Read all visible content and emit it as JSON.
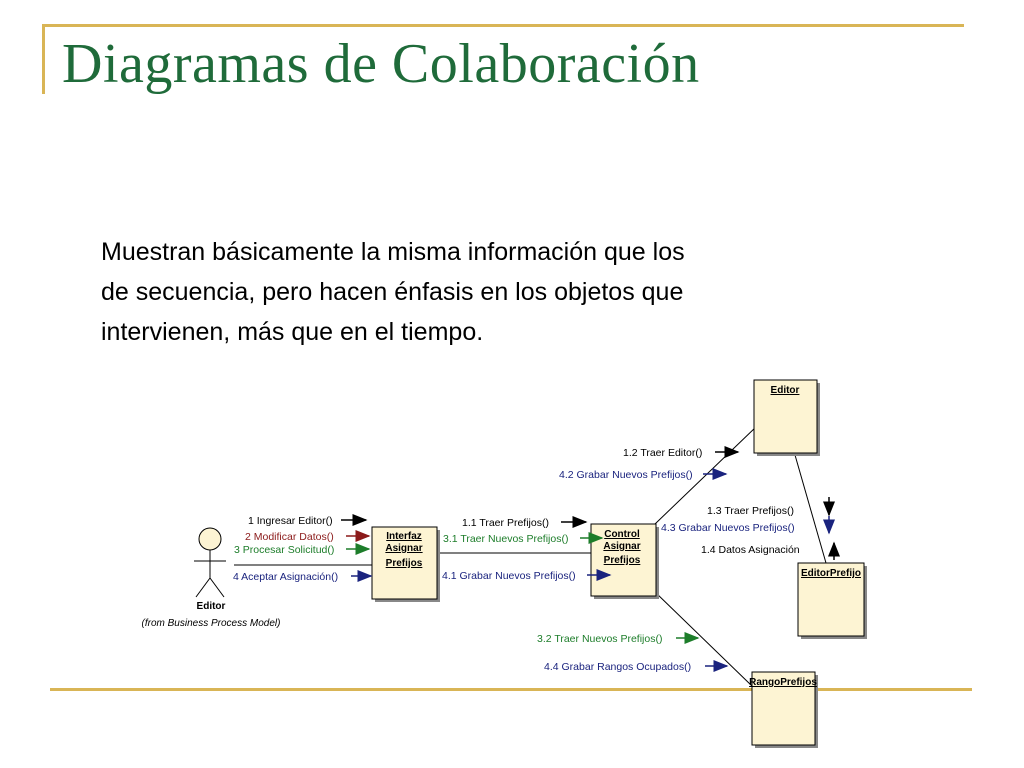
{
  "slide": {
    "title": "Diagramas de Colaboración",
    "body_lines": [
      "Muestran básicamente la misma información que los",
      "de secuencia, pero hacen énfasis en los objetos que",
      "intervienen, más que en el tiempo."
    ]
  },
  "diagram": {
    "type": "collaboration",
    "actor": {
      "name": "Editor",
      "note": "(from Business Process Model)"
    },
    "objects": {
      "interfaz": [
        "Interfaz",
        "Asignar",
        "Prefijos"
      ],
      "control": [
        "Control",
        "Asignar",
        "Prefijos"
      ],
      "editor": [
        "Editor"
      ],
      "editor_prefijo": [
        "EditorPrefijo"
      ],
      "rango_prefijos": [
        "RangoPrefijos"
      ]
    },
    "messages": {
      "m1": "1 Ingresar Editor()",
      "m2": "2 Modificar Datos()",
      "m3": "3 Procesar Solicitud()",
      "m4": "4 Aceptar Asignación()",
      "m1_1": "1.1 Traer Prefijos()",
      "m3_1": "3.1 Traer Nuevos Prefijos()",
      "m4_1": "4.1 Grabar Nuevos Prefijos()",
      "m1_2": "1.2 Traer Editor()",
      "m4_2": "4.2 Grabar Nuevos Prefijos()",
      "m1_3": "1.3 Traer Prefijos()",
      "m4_3": "4.3 Grabar Nuevos Prefijos()",
      "m1_4": "1.4 Datos Asignación",
      "m3_2": "3.2 Traer Nuevos Prefijos()",
      "m4_4": "4.4 Grabar Rangos Ocupados()"
    },
    "colors": {
      "title": "#1f6b3a",
      "accent_lines": "#d9b556",
      "msg_black": "#000000",
      "msg_red": "#8b1a1a",
      "msg_green": "#1d7d2a",
      "msg_blue": "#1a237e",
      "object_fill": "#fdf4d3"
    }
  }
}
